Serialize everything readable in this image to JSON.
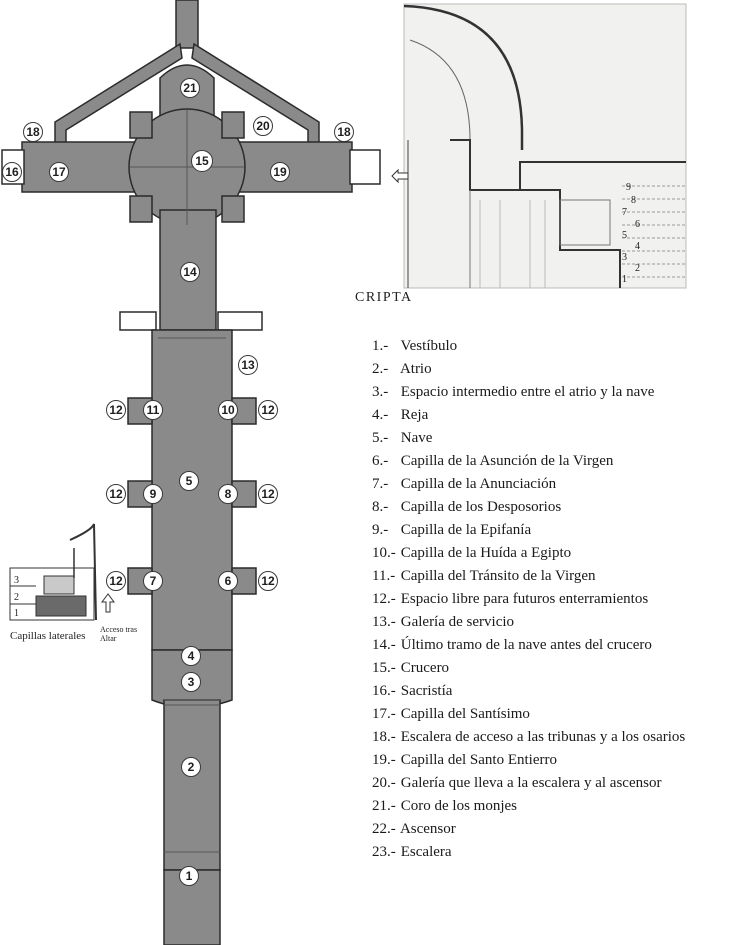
{
  "plan_markers": {
    "m1": "1",
    "m2": "2",
    "m3": "3",
    "m4": "4",
    "m5": "5",
    "m6": "6",
    "m7": "7",
    "m8": "8",
    "m9": "9",
    "m10": "10",
    "m11": "11",
    "m12": "12",
    "m13": "13",
    "m14": "14",
    "m15": "15",
    "m16": "16",
    "m17": "17",
    "m18": "18",
    "m19": "19",
    "m20": "20",
    "m21": "21"
  },
  "crypt_title": "CRIPTA",
  "crypt_section_numbers": [
    "9",
    "8",
    "7",
    "6",
    "5",
    "4",
    "3",
    "2",
    "1"
  ],
  "chapel_inset": {
    "numbers": [
      "3",
      "2",
      "1"
    ],
    "caption": "Capillas laterales",
    "access_note": "Acceso tras Altar"
  },
  "legend": [
    {
      "num": "1.-",
      "label": "Vestíbulo"
    },
    {
      "num": "2.-",
      "label": "Atrio"
    },
    {
      "num": "3.-",
      "label": "Espacio intermedio entre el atrio y la nave"
    },
    {
      "num": "4.-",
      "label": "Reja"
    },
    {
      "num": "5.-",
      "label": "Nave"
    },
    {
      "num": "6.-",
      "label": "Capilla de la Asunción de la Virgen"
    },
    {
      "num": "7.-",
      "label": "Capilla de la Anunciación"
    },
    {
      "num": "8.-",
      "label": "Capilla de los Desposorios"
    },
    {
      "num": "9.-",
      "label": "Capilla de la Epifanía"
    },
    {
      "num": "10.-",
      "label": "Capilla de la Huída a Egipto"
    },
    {
      "num": "11.-",
      "label": "Capilla del Tránsito de la Virgen"
    },
    {
      "num": "12.-",
      "label": "Espacio libre para futuros enterramientos"
    },
    {
      "num": "13.-",
      "label": "Galería de servicio"
    },
    {
      "num": "14.-",
      "label": "Último tramo de la nave antes del crucero"
    },
    {
      "num": "15.-",
      "label": "Crucero"
    },
    {
      "num": "16.-",
      "label": "Sacristía"
    },
    {
      "num": "17.-",
      "label": "Capilla del Santísimo"
    },
    {
      "num": "18.-",
      "label": "Escalera de acceso a las tribunas y a los osarios"
    },
    {
      "num": "19.-",
      "label": "Capilla del Santo Entierro"
    },
    {
      "num": "20.-",
      "label": "Galería que lleva a la escalera y al ascensor"
    },
    {
      "num": "21.-",
      "label": "Coro de los monjes"
    },
    {
      "num": "22.-",
      "label": "Ascensor"
    },
    {
      "num": "23.-",
      "label": "Escalera"
    }
  ]
}
